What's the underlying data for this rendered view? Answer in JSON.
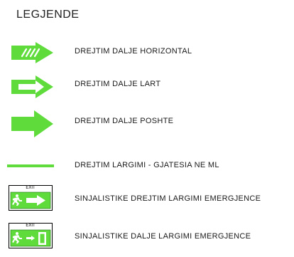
{
  "title": "LEGJENDE",
  "items": [
    {
      "label": "DREJTIM DALJE HORIZONTAL",
      "symbol": "arrow-hatched-icon"
    },
    {
      "label": "DREJTIM DALJE LART",
      "symbol": "arrow-outline-icon"
    },
    {
      "label": "DREJTIM DALJE POSHTE",
      "symbol": "arrow-solid-icon"
    },
    {
      "label": "DREJTIM LARGIMI - GJATESIA NE ML",
      "symbol": "line-icon"
    },
    {
      "label": "SINJALISTIKE DREJTIM LARGIMI EMERGJENCE",
      "symbol": "exit-sign-arrow-icon",
      "sign_text": "EXIT"
    },
    {
      "label": "SINJALISTIKE DALJE LARGIMI EMERGJENCE",
      "symbol": "exit-sign-door-icon",
      "sign_text": "EXIT"
    }
  ],
  "colors": {
    "green": "#5fdc3c",
    "dark_green": "#2e9b1a",
    "sign_border": "#000000"
  }
}
